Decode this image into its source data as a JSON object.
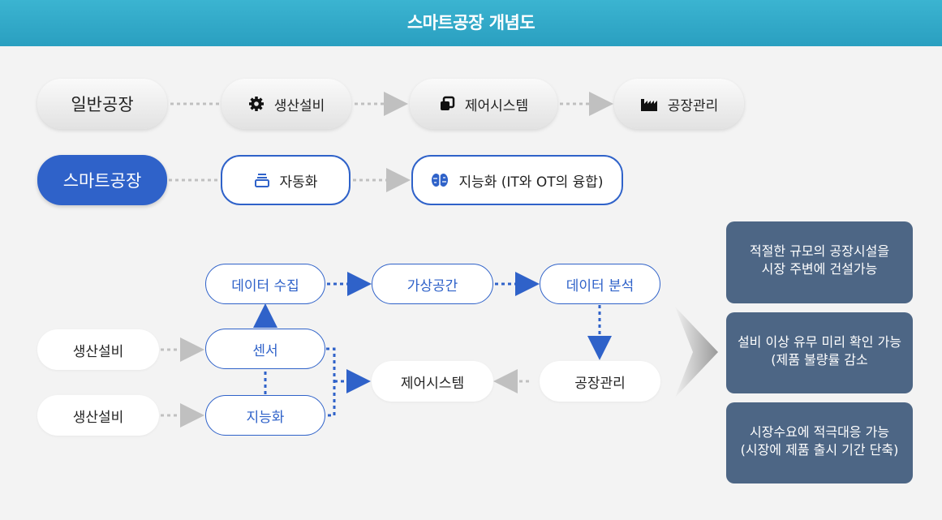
{
  "header": {
    "title": "스마트공장 개념도"
  },
  "general": {
    "label": "일반공장",
    "steps": [
      "생산설비",
      "제어시스템",
      "공장관리"
    ],
    "icons": [
      "gear-icon",
      "stack-icon",
      "factory-icon"
    ]
  },
  "smart": {
    "label": "스마트공장",
    "steps": [
      "자동화",
      "지능화 (IT와 OT의 융합)"
    ],
    "icons": [
      "tray-icon",
      "brain-icon"
    ]
  },
  "flow": {
    "data_collection": "데이터 수집",
    "virtual_space": "가상공간",
    "data_analysis": "데이터 분석",
    "sensor": "센서",
    "intelligence": "지능화",
    "control_system": "제어시스템",
    "factory_management": "공장관리",
    "equipment_1": "생산설비",
    "equipment_2": "생산설비"
  },
  "results": [
    {
      "line1": "적절한 규모의 공장시설을",
      "line2": "시장 주변에 건설가능"
    },
    {
      "line1": "설비 이상 유무 미리 확인 가능",
      "line2": "(제품 불량률 감소"
    },
    {
      "line1": "시장수요에 적극대응 가능",
      "line2": "(시장에 제품 출시 기간 단축)"
    }
  ],
  "colors": {
    "header": "#2fa8c8",
    "blue": "#2f62c9",
    "result": "#4d6685",
    "dotted": "#c0c0c0"
  }
}
